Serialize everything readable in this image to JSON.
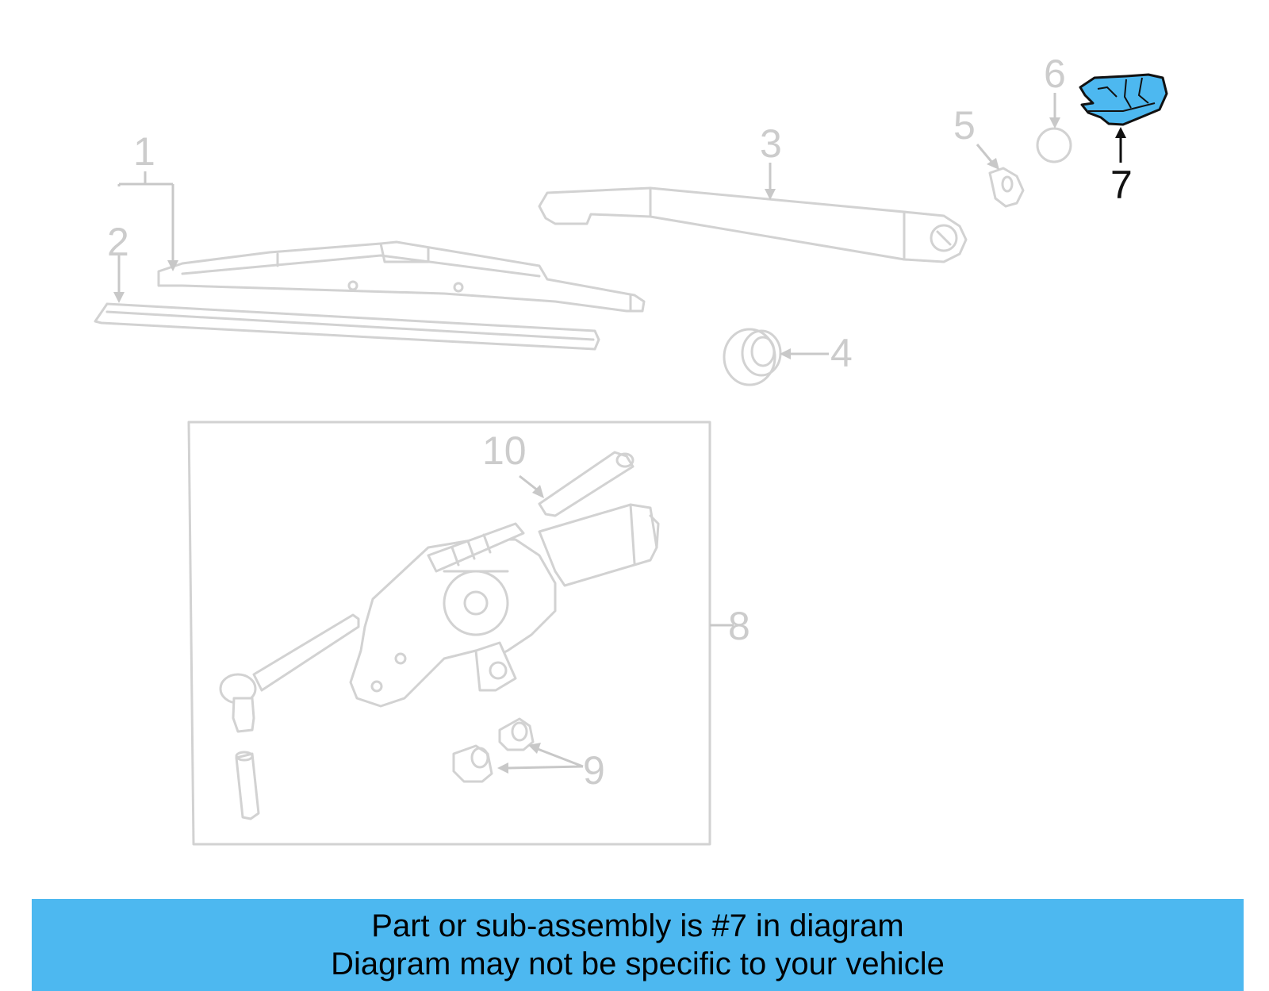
{
  "callouts": {
    "c1": "1",
    "c2": "2",
    "c3": "3",
    "c4": "4",
    "c5": "5",
    "c6": "6",
    "c7": "7",
    "c8": "8",
    "c9": "9",
    "c10": "10"
  },
  "highlight": {
    "part_number": "7",
    "color": "#4db8f0"
  },
  "banner": {
    "line1": "Part or sub-assembly is #7 in diagram",
    "line2": "Diagram may not be specific to your vehicle",
    "color": "#4db8f0"
  }
}
